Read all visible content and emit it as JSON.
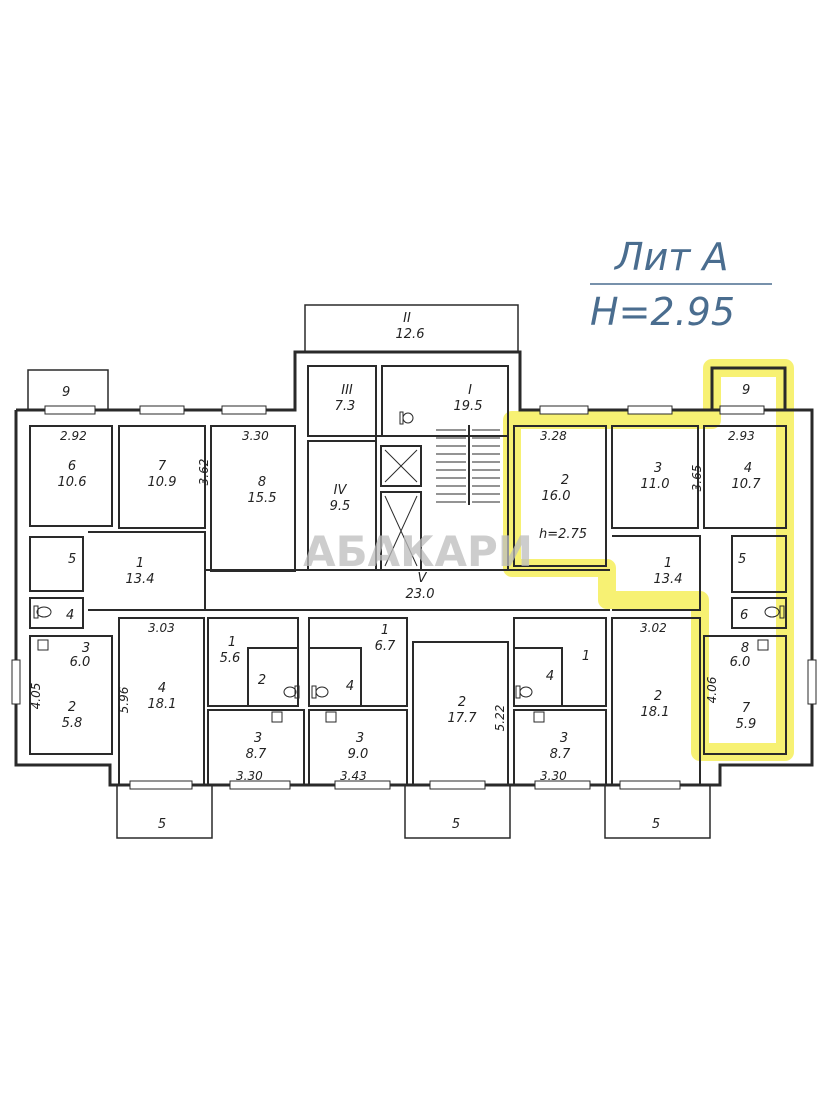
{
  "header": {
    "lit": "Лит А",
    "height": "H=2.95"
  },
  "watermark": "АБАКАРИ",
  "labels": {
    "r_9a": "9",
    "r_9b": "9",
    "r_II_num": "II",
    "r_II_area": "12.6",
    "r_III_num": "III",
    "r_III_area": "7.3",
    "r_I_num": "I",
    "r_I_area": "19.5",
    "r_IV_num": "IV",
    "r_IV_area": "9.5",
    "r_V_num": "V",
    "r_V_area": "23.0",
    "l_6_num": "6",
    "l_6_area": "10.6",
    "l_7_num": "7",
    "l_7_area": "10.9",
    "l_8_num": "8",
    "l_8_area": "15.5",
    "l_5": "5",
    "l_1_num": "1",
    "l_1_area": "13.4",
    "l_4w": "4",
    "l_3b_num": "3",
    "l_3b_area": "6.0",
    "l_2_num": "2",
    "l_2_area": "5.8",
    "l_4_num": "4",
    "l_4_area": "18.1",
    "c1_1_num": "1",
    "c1_1_area": "5.6",
    "c1_2": "2",
    "c1_3_num": "3",
    "c1_3_area": "8.7",
    "c2_1_num": "1",
    "c2_1_area": "6.7",
    "c2_4": "4",
    "c2_3_num": "3",
    "c2_3_area": "9.0",
    "c3_2_num": "2",
    "c3_2_area": "17.7",
    "c4_4": "4",
    "c4_1": "1",
    "c4_3_num": "3",
    "c4_3_area": "8.7",
    "r_2_num": "2",
    "r_2_area": "16.0",
    "r_h": "h=2.75",
    "r_3_num": "3",
    "r_3_area": "11.0",
    "r_4_num": "4",
    "r_4_area": "10.7",
    "r_5": "5",
    "r_1_num": "1",
    "r_1_area": "13.4",
    "r_6": "6",
    "r_8_num": "8",
    "r_8_area": "6.0",
    "r_2b_num": "2",
    "r_2b_area": "18.1",
    "r_7_num": "7",
    "r_7_area": "5.9",
    "bal_left": "5",
    "bal_mid": "5",
    "bal_right": "5",
    "d_292": "2.92",
    "d_330t": "3.30",
    "d_362": "3.62",
    "d_328": "3.28",
    "d_293": "2.93",
    "d_365": "3.65",
    "d_303": "3.03",
    "d_302": "3.02",
    "d_405": "4.05",
    "d_596": "5.96",
    "d_522": "5.22",
    "d_406": "4.06",
    "d_330a": "3.30",
    "d_343": "3.43",
    "d_330b": "3.30"
  },
  "colors": {
    "wall": "#2a2a2a",
    "highlight": "#f6ef5a",
    "header": "#4a6d8f",
    "watermark": "#bdbdbd"
  }
}
